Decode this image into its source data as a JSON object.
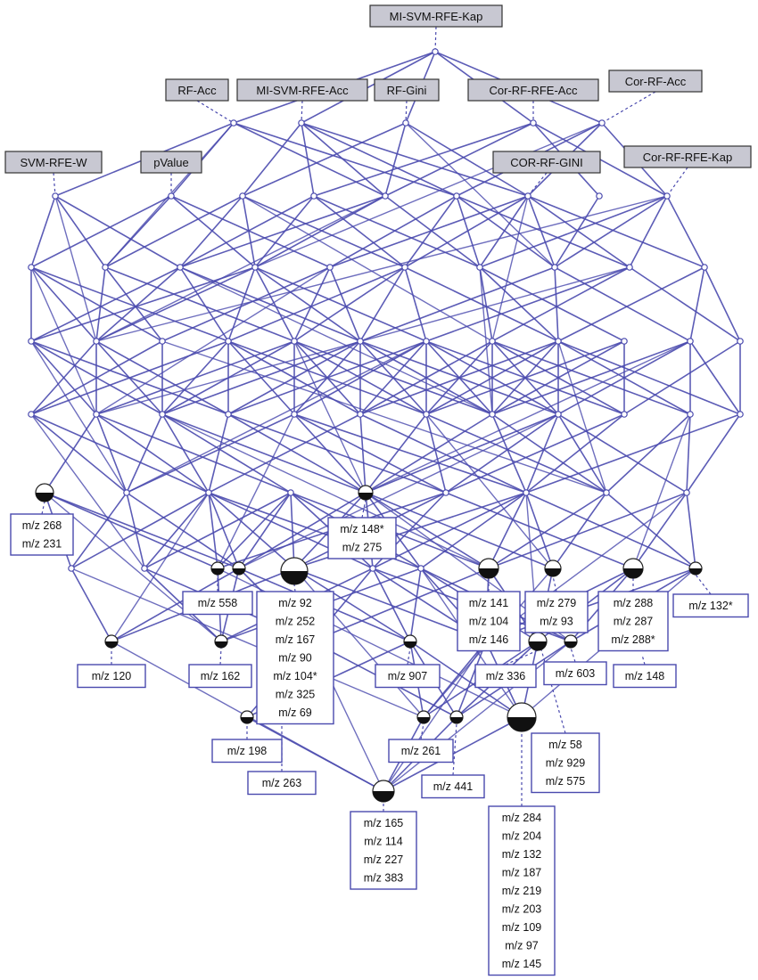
{
  "diagram": {
    "type": "concept-lattice",
    "edge_color": "#4a4aae",
    "attribute_box_fill": "#c8c8d2",
    "label_border": "#4a4aae",
    "attribute_labels": [
      "MI-SVM-RFE-Kap",
      "RF-Acc",
      "MI-SVM-RFE-Acc",
      "RF-Gini",
      "Cor-RF-RFE-Acc",
      "Cor-RF-Acc",
      "SVM-RFE-W",
      "pValue",
      "COR-RF-GINI",
      "Cor-RF-RFE-Kap"
    ],
    "object_labels": [
      {
        "id": "a",
        "lines": [
          "m/z 268",
          "m/z 231"
        ]
      },
      {
        "id": "b",
        "lines": [
          "m/z 148*",
          "m/z 275"
        ]
      },
      {
        "id": "c",
        "lines": [
          "m/z 558"
        ]
      },
      {
        "id": "d",
        "lines": [
          "m/z 92",
          "m/z 252",
          "m/z 167",
          "m/z 90",
          "m/z 104*",
          "m/z 325",
          "m/z 69"
        ]
      },
      {
        "id": "e",
        "lines": [
          "m/z 141",
          "m/z 104",
          "m/z 146"
        ]
      },
      {
        "id": "f",
        "lines": [
          "m/z 279",
          "m/z 93"
        ]
      },
      {
        "id": "g",
        "lines": [
          "m/z 288",
          "m/z 287",
          "m/z 288*"
        ]
      },
      {
        "id": "h",
        "lines": [
          "m/z 132*"
        ]
      },
      {
        "id": "i",
        "lines": [
          "m/z 120"
        ]
      },
      {
        "id": "j",
        "lines": [
          "m/z 162"
        ]
      },
      {
        "id": "k",
        "lines": [
          "m/z 907"
        ]
      },
      {
        "id": "l",
        "lines": [
          "m/z 336"
        ]
      },
      {
        "id": "m",
        "lines": [
          "m/z 603"
        ]
      },
      {
        "id": "n",
        "lines": [
          "m/z 148"
        ]
      },
      {
        "id": "o",
        "lines": [
          "m/z 198"
        ]
      },
      {
        "id": "p",
        "lines": [
          "m/z 261"
        ]
      },
      {
        "id": "q",
        "lines": [
          "m/z 58",
          "m/z 929",
          "m/z 575"
        ]
      },
      {
        "id": "r",
        "lines": [
          "m/z 263"
        ]
      },
      {
        "id": "s",
        "lines": [
          "m/z 441"
        ]
      },
      {
        "id": "t",
        "lines": [
          "m/z 165",
          "m/z 114",
          "m/z 227",
          "m/z 383"
        ]
      },
      {
        "id": "u",
        "lines": [
          "m/z 284",
          "m/z 204",
          "m/z 132",
          "m/z 187",
          "m/z 219",
          "m/z 203",
          "m/z 109",
          "m/z  97",
          "m/z 145"
        ]
      }
    ]
  }
}
